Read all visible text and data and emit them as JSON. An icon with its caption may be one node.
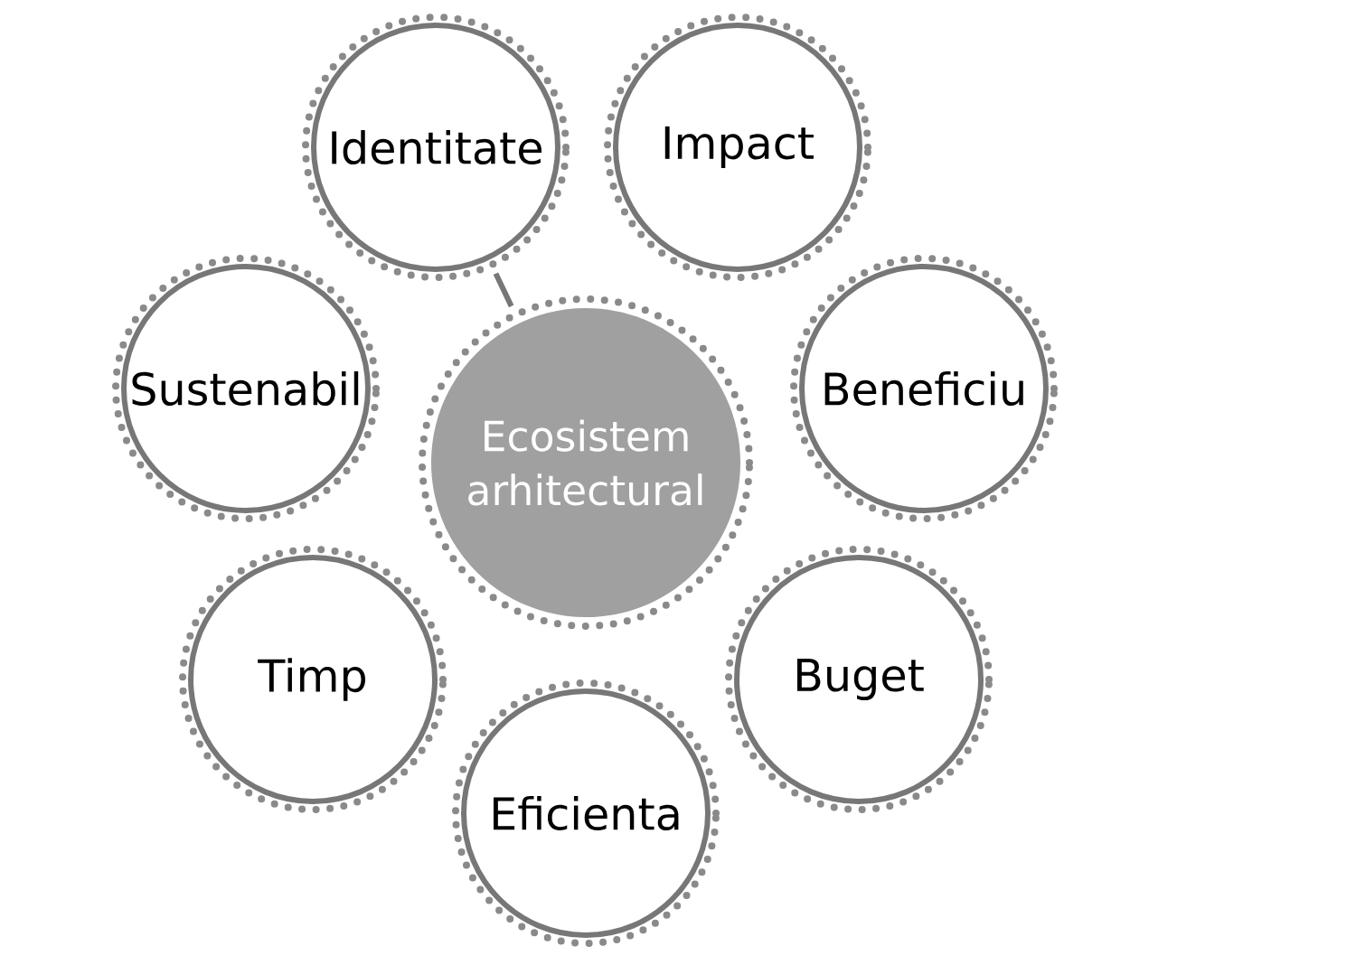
{
  "diagram": {
    "nodes": [
      {
        "text": [
          "Ecosistem arhitectural"
        ]
      },
      {
        "text": [
          "Identitate"
        ]
      },
      {
        "text": [
          "Impact"
        ]
      },
      {
        "text": [
          "Sustenabil"
        ]
      },
      {
        "text": [
          "Beneficiu"
        ]
      },
      {
        "text": [
          "Timp"
        ]
      },
      {
        "text": [
          "Buget"
        ]
      },
      {
        "text": [
          "Eficienta"
        ]
      }
    ],
    "edges": [
      {
        "from": 1,
        "to": 0,
        "arrow": "none"
      }
    ]
  }
}
